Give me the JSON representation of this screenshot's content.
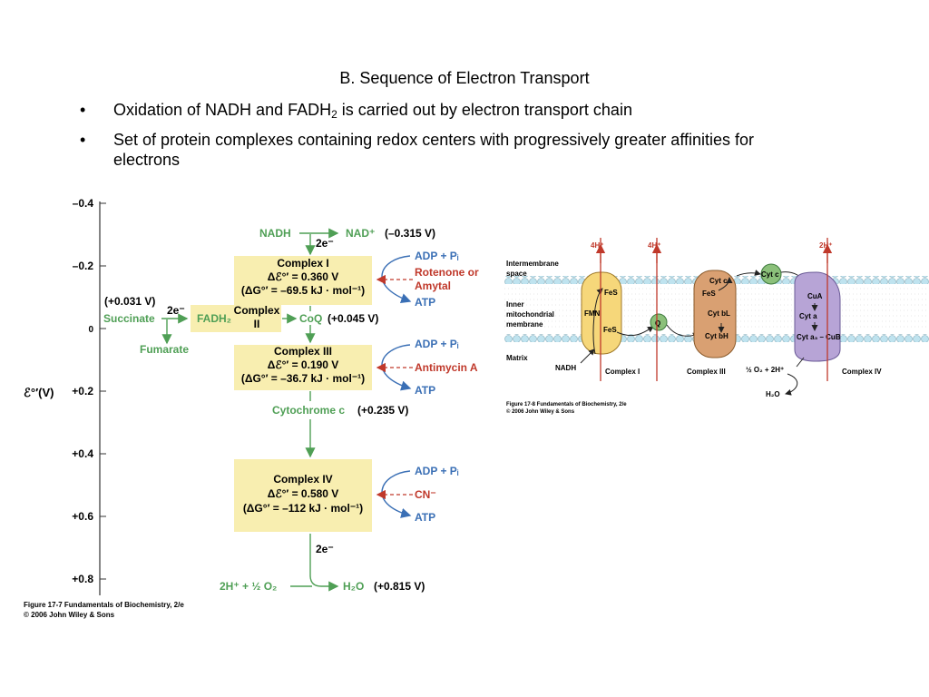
{
  "slide": {
    "title": "B.  Sequence of Electron Transport",
    "bullet_marker": "•",
    "bullet1": {
      "pre": "Oxidation of NADH and FADH",
      "sub": "2",
      "post": " is carried out by electron transport chain"
    },
    "bullet2": {
      "text": "Set of protein complexes containing redox centers with progressively greater affinities for electrons"
    }
  },
  "left_figure": {
    "axis_label": "ℰ°′(V)",
    "ticks": [
      "–0.4",
      "–0.2",
      "0",
      "+0.2",
      "+0.4",
      "+0.6",
      "+0.8"
    ],
    "nadh": "NADH",
    "nad_plus": "NAD⁺",
    "nad_potential": "(–0.315 V)",
    "two_e": "2e⁻",
    "complex1": {
      "name": "Complex I",
      "dE": "Δℰ°′ = 0.360 V",
      "dG": "(ΔG°′ = –69.5 kJ · mol⁻¹)"
    },
    "adp_pi": "ADP + Pᵢ",
    "atp": "ATP",
    "rotenone": "Rotenone or",
    "amytal": "Amytal",
    "succinate_potential": "(+0.031 V)",
    "succinate": "Succinate",
    "fadh2": "FADH₂",
    "complex2": {
      "line1": "Complex",
      "line2": "II"
    },
    "fumarate": "Fumarate",
    "coq": "CoQ",
    "coq_potential": "(+0.045 V)",
    "complex3": {
      "name": "Complex III",
      "dE": "Δℰ°′ = 0.190 V",
      "dG": "(ΔG°′ = –36.7 kJ · mol⁻¹)"
    },
    "antimycin": "Antimycin A",
    "cytc": "Cytochrome c",
    "cytc_potential": "(+0.235 V)",
    "complex4": {
      "name": "Complex IV",
      "dE": "Δℰ°′ = 0.580 V",
      "dG": "(ΔG°′ = –112 kJ · mol⁻¹)"
    },
    "cn": "CN⁻",
    "oxygen": "2H⁺ + ½ O₂",
    "water": "H₂O",
    "water_potential": "(+0.815 V)",
    "caption1": "Figure 17-7  Fundamentals of Biochemistry, 2/e",
    "caption2": "© 2006 John Wiley & Sons"
  },
  "right_figure": {
    "proton_4h_1": "4H⁺",
    "proton_4h_2": "4H⁺",
    "proton_2h": "2H⁺",
    "intermembrane_1": "Intermembrane",
    "intermembrane_2": "space",
    "inner_1": "Inner",
    "inner_2": "mitochondrial",
    "inner_3": "membrane",
    "matrix": "Matrix",
    "fes": "FeS",
    "fmn": "FMN",
    "q": "Q",
    "cytc1": "Cyt c₁",
    "cytbl": "Cyt bL",
    "cytbh": "Cyt bH",
    "cytc": "Cyt c",
    "cua": "CuA",
    "cyta": "Cyt a",
    "cyta3cub": "Cyt a₃ – CuB",
    "nadh": "NADH",
    "complex1": "Complex I",
    "complex3": "Complex III",
    "complex4": "Complex IV",
    "o2_half": "½ O₂  +  2H⁺",
    "water": "H₂O",
    "caption1": "Figure 17-8  Fundamentals of Biochemistry, 2/e",
    "caption2": "© 2006 John Wiley & Sons"
  },
  "colors": {
    "green": "#4f9f55",
    "red": "#c0392b",
    "blue": "#3a6fb5",
    "box": "#f8eeb0",
    "complex1_fill": "#f6d77a",
    "complex3_fill": "#d9a072",
    "complex4_fill": "#b7a4d6",
    "q_fill": "#8bc07a"
  }
}
